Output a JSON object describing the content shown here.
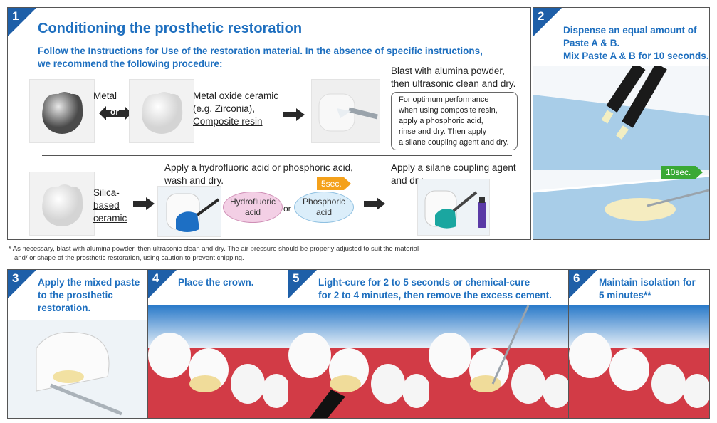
{
  "step1": {
    "number": "1",
    "title": "Conditioning the prosthetic restoration",
    "intro_line1": "Follow the Instructions for Use of the restoration material. In the absence of specific instructions,",
    "intro_line2": "we recommend the following procedure:",
    "metal_label": "Metal",
    "or_label": "or",
    "metal_oxide_line1": "Metal oxide ceramic",
    "metal_oxide_line2": "(e.g. Zirconia),",
    "metal_oxide_line3": "Composite resin",
    "blast_line1": "Blast with alumina powder,",
    "blast_line2": "then ultrasonic clean and dry.",
    "optimum_line1": "For optimum performance",
    "optimum_line2": "when using composite resin,",
    "optimum_line3": "apply a phosphoric acid,",
    "optimum_line4": "rinse and dry. Then apply",
    "optimum_line5": "a silane coupling agent and dry.",
    "silica_line1": "Silica-",
    "silica_line2": "based",
    "silica_line3": "ceramic",
    "hf_line1": "Apply a hydrofluoric acid or phosphoric acid,",
    "hf_line2": "wash and dry.",
    "timer_5sec": "5sec.",
    "hf_oval_line1": "Hydrofluoric",
    "hf_oval_line2": "acid",
    "or_small": "or",
    "phos_oval_line1": "Phosphoric",
    "phos_oval_line2": "acid",
    "silane_line1": "Apply a silane coupling agent",
    "silane_line2": "and dry."
  },
  "footnote_line1": "* As necessary, blast with alumina powder, then ultrasonic clean and dry. The air pressure should be properly adjusted to suit the material",
  "footnote_line2": "and/ or shape of the prosthetic restoration, using caution to prevent chipping.",
  "step2": {
    "number": "2",
    "line1": "Dispense an equal amount of",
    "line2": "Paste A & B.",
    "line3": "Mix Paste A & B for 10 seconds.",
    "timer_10sec": "10sec."
  },
  "step3": {
    "number": "3",
    "line1": "Apply the mixed paste",
    "line2": "to the prosthetic",
    "line3": "restoration."
  },
  "step4": {
    "number": "4",
    "line1": "Place the crown."
  },
  "step5": {
    "number": "5",
    "line1": "Light-cure for 2 to 5 seconds or chemical-cure",
    "line2": "for 2 to 4 minutes, then remove the excess cement."
  },
  "step6": {
    "number": "6",
    "line1": "Maintain isolation for",
    "line2": "5 minutes**"
  },
  "colors": {
    "step_blue": "#1e5fa8",
    "title_blue": "#1e6fbf",
    "gum_red": "#d23b46",
    "timer_orange": "#f4a11b",
    "timer_green": "#3aa935"
  }
}
